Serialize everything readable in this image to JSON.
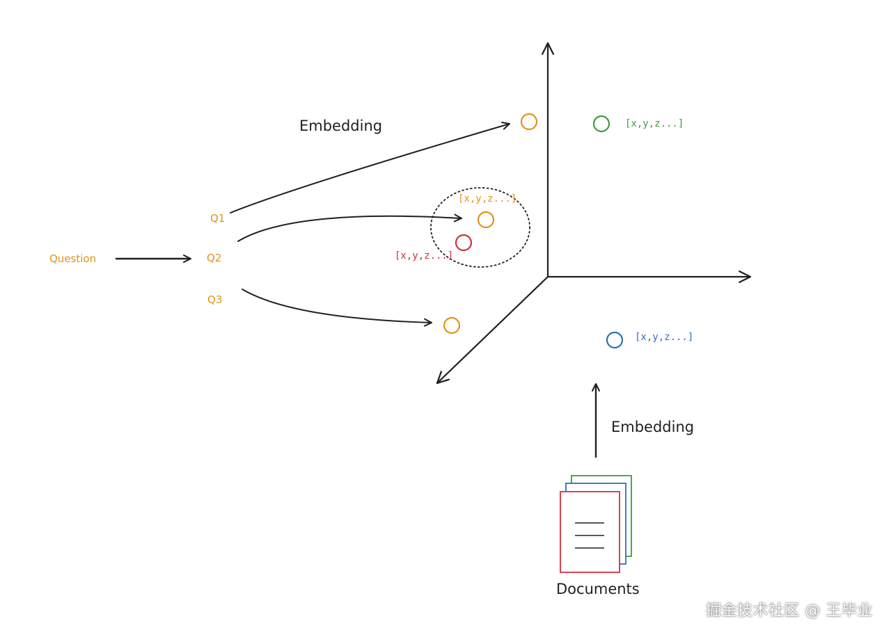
{
  "labels": {
    "question": "Question",
    "q1": "Q1",
    "q2": "Q2",
    "q3": "Q3",
    "embedding_top": "Embedding",
    "embedding_bottom": "Embedding",
    "documents": "Documents"
  },
  "vectors": {
    "green": "[x,y,z...]",
    "orange_cluster": "[x,y,z...]",
    "red_cluster": "[x,y,z...]",
    "blue": "[x,y,z...]"
  },
  "watermark": "掘金技术社区 @ 王毕业",
  "colors": {
    "ink": "#1f1f1f",
    "orange": "#e0931a",
    "green": "#3f9a3c",
    "red": "#d1303b",
    "blue": "#2f6fb5"
  }
}
